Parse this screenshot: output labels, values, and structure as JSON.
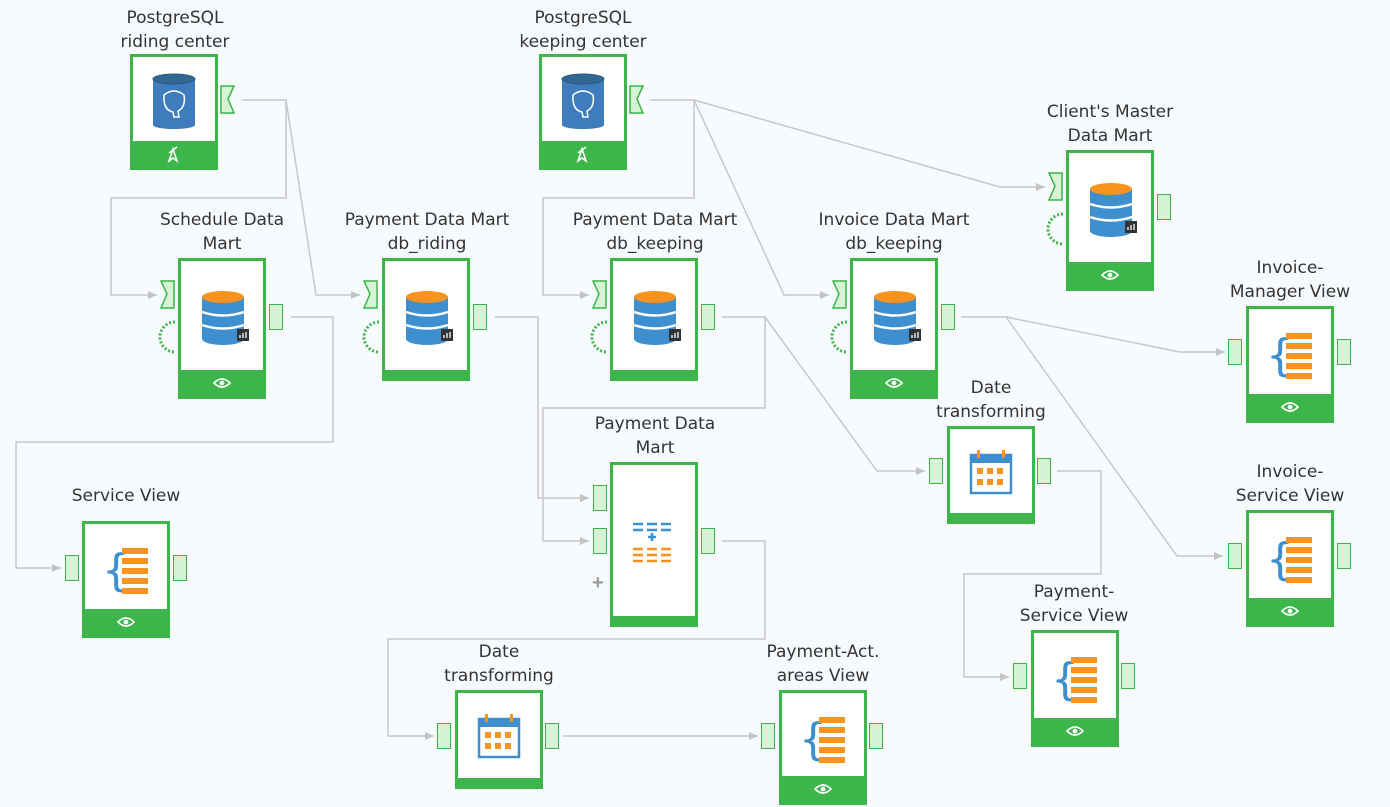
{
  "nodes": {
    "pg_riding": {
      "label_1": "PostgreSQL",
      "label_2": "riding center",
      "icon": "postgresql-icon",
      "action_icon": "export-arrow-icon"
    },
    "pg_keeping": {
      "label_1": "PostgreSQL",
      "label_2": "keeping center",
      "icon": "postgresql-icon",
      "action_icon": "export-arrow-icon"
    },
    "schedule_mart": {
      "label_1": "Schedule Data",
      "label_2": "Mart",
      "icon": "database-icon"
    },
    "payment_riding": {
      "label_1": "Payment Data Mart",
      "label_2": "db_riding",
      "icon": "database-icon"
    },
    "payment_keeping": {
      "label_1": "Payment Data Mart",
      "label_2": "db_keeping",
      "icon": "database-icon"
    },
    "invoice_keeping": {
      "label_1": "Invoice Data Mart",
      "label_2": "db_keeping",
      "icon": "database-icon"
    },
    "client_master": {
      "label_1": "Client's Master",
      "label_2": "Data Mart",
      "icon": "database-icon"
    },
    "invoice_manager_view": {
      "label_1": "Invoice-",
      "label_2": "Manager View",
      "icon": "view-icon"
    },
    "date_transform_right": {
      "label_1": "Date",
      "label_2": "transforming",
      "icon": "calendar-icon"
    },
    "invoice_service_view": {
      "label_1": "Invoice-",
      "label_2": "Service View",
      "icon": "view-icon"
    },
    "payment_mart": {
      "label_1": "Payment Data",
      "label_2": "Mart",
      "icon": "union-icon"
    },
    "service_view": {
      "label_1": "Service View",
      "label_2": "",
      "icon": "view-icon"
    },
    "payment_service_view": {
      "label_1": "Payment-",
      "label_2": "Service View",
      "icon": "view-icon"
    },
    "date_transform_bottom": {
      "label_1": "Date",
      "label_2": "transforming",
      "icon": "calendar-icon"
    },
    "payment_act_view": {
      "label_1": "Payment-Act.",
      "label_2": "areas View",
      "icon": "view-icon"
    }
  },
  "colors": {
    "node_green": "#3cb54a",
    "port_fill": "#d6f3d6",
    "db_orange": "#f7931e",
    "db_blue": "#3e8fd0",
    "wire": "#c8c8c8",
    "pg_blue": "#336791"
  }
}
